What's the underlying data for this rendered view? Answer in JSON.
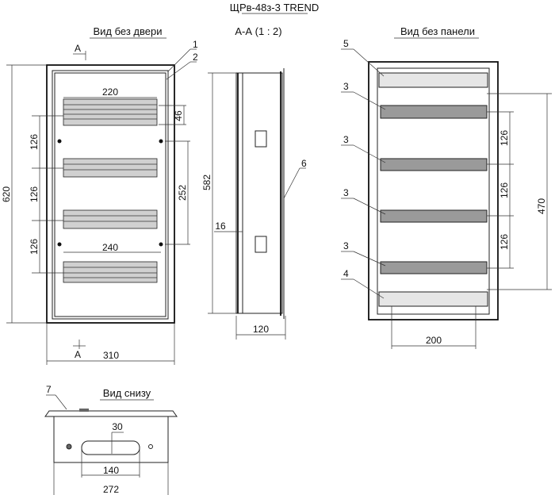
{
  "title": "ЩРв-48з-3  TREND",
  "views": {
    "front": "Вид без двери",
    "section": "А-А (1 : 2)",
    "panel": "Вид без панели",
    "bottom": "Вид снизу"
  },
  "section_marker": "А",
  "dimensions": {
    "height_total": "620",
    "width_total": "310",
    "rail_width_top": "220",
    "rail_width_bottom": "240",
    "rail_height": "46",
    "pitch": "126",
    "mount_spacing": "252",
    "depth_height": "582",
    "depth": "120",
    "flange": "16",
    "panel_height": "470",
    "panel_width": "200",
    "slot_height": "30",
    "slot_width": "140",
    "bottom_width": "272"
  },
  "callouts": [
    "1",
    "2",
    "3",
    "4",
    "5",
    "6",
    "7"
  ]
}
